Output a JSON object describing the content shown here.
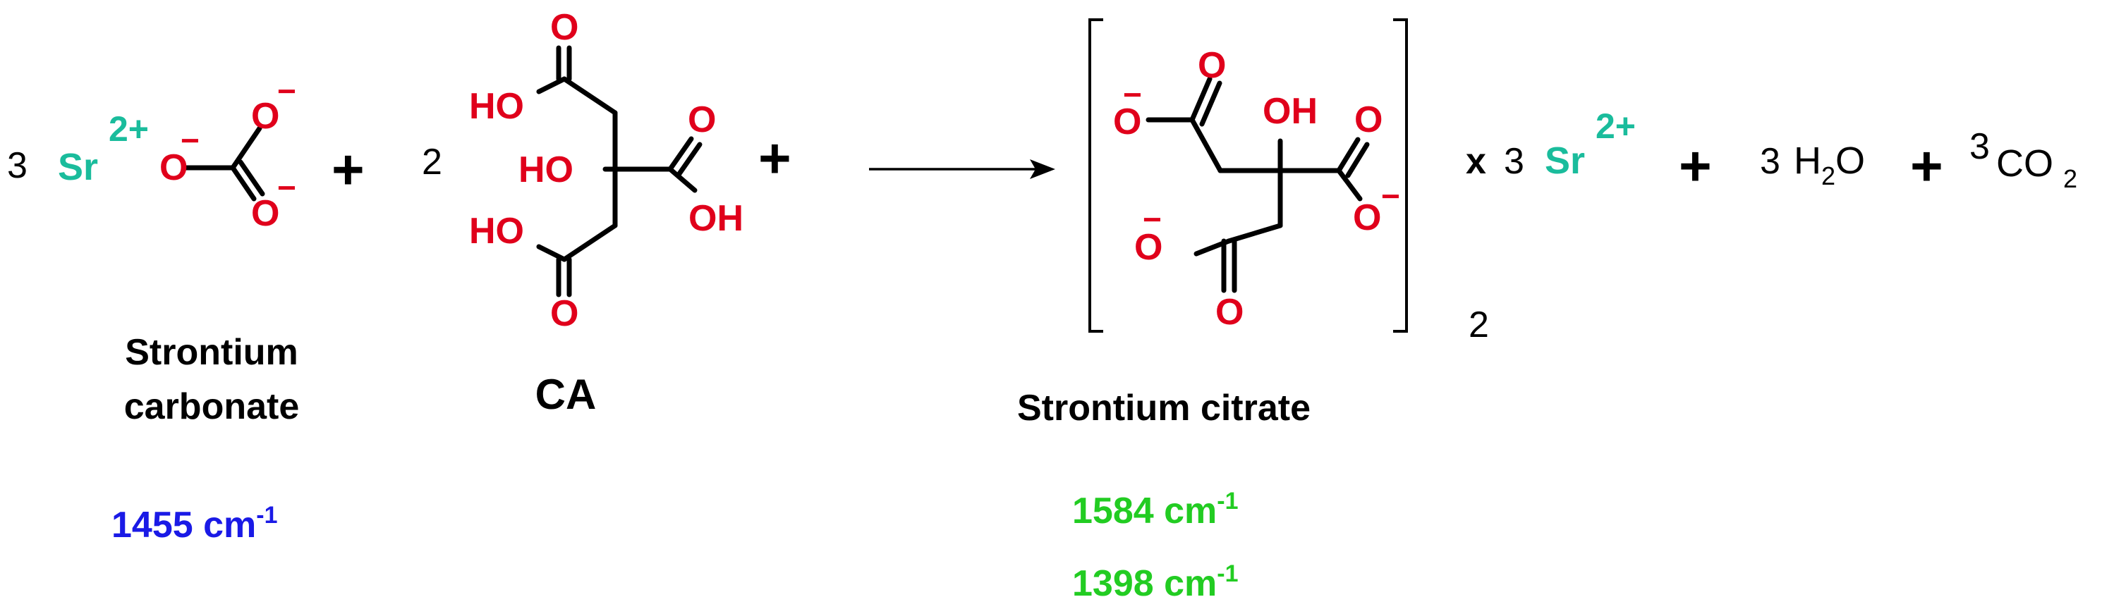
{
  "colors": {
    "sr": "#1abc9c",
    "oxygen": "#e0001b",
    "black": "#000000",
    "blue": "#1a1ae6",
    "green": "#22cc22"
  },
  "atoms": {
    "o": "O",
    "oh": "OH",
    "ho": "HO",
    "sr": "Sr",
    "minus": "−",
    "charge2plus": "2+"
  },
  "reaction": {
    "coef_sr_carbonate": "3",
    "coef_ca": "2",
    "plus": "+",
    "times": "x",
    "coef_sr_product": "3",
    "coef_h2o": "3",
    "h2o": {
      "h": "H",
      "sub": "2",
      "o": "O"
    },
    "coef_co2": "3",
    "co2": {
      "co": "CO",
      "sub": "2"
    },
    "bracket_subscript": "2"
  },
  "labels": {
    "sr_carbonate_line1": "Strontium",
    "sr_carbonate_line2": "carbonate",
    "ca": "CA",
    "sr_citrate": "Strontium citrate"
  },
  "wavenumbers": {
    "carbonate": {
      "value": "1455 cm",
      "exp": "-1"
    },
    "citrate": [
      {
        "value": "1584 cm",
        "exp": "-1"
      },
      {
        "value": "1398 cm",
        "exp": "-1"
      }
    ]
  }
}
